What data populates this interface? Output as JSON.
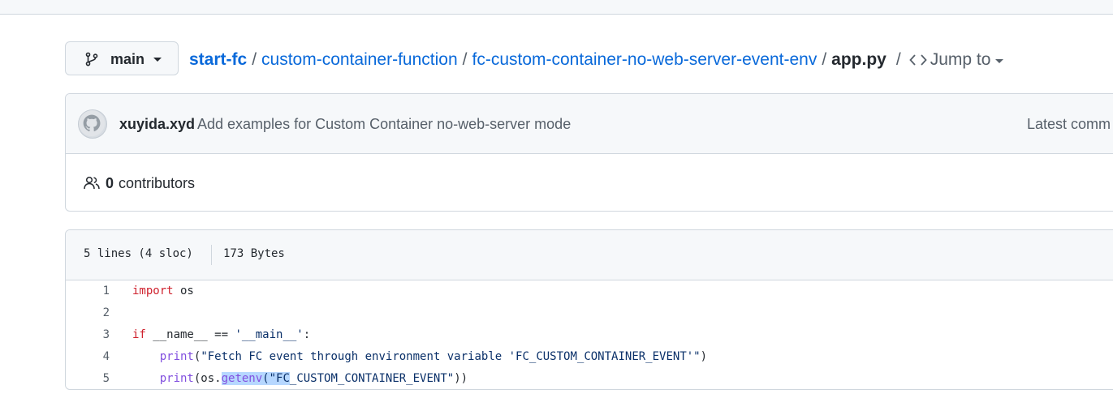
{
  "branch": {
    "name": "main",
    "icon": "git-branch-icon"
  },
  "breadcrumb": {
    "items": [
      "start-fc",
      "custom-container-function",
      "fc-custom-container-no-web-server-event-env"
    ],
    "separator": "/",
    "current": "app.py",
    "jump_to": "Jump to"
  },
  "commit": {
    "author": "xuyida.xyd",
    "message": "Add examples for Custom Container no-web-server mode",
    "latest": "Latest comm"
  },
  "contributors": {
    "count": "0",
    "label": "contributors"
  },
  "file": {
    "lines_info": "5 lines (4 sloc)",
    "size": "173 Bytes"
  },
  "code": {
    "line_numbers": [
      "1",
      "2",
      "3",
      "4",
      "5"
    ],
    "line1": {
      "kw": "import",
      "rest": " os"
    },
    "line3": {
      "kw": "if",
      "mid": " __name__ == ",
      "str": "'__main__'",
      "end": ":"
    },
    "line4": {
      "indent": "    ",
      "fn": "print",
      "open": "(",
      "str": "\"Fetch FC event through environment variable 'FC_CUSTOM_CONTAINER_EVENT'\"",
      "close": ")"
    },
    "line5": {
      "indent": "    ",
      "fn": "print",
      "open": "(os.",
      "sel_fn": "getenv",
      "sel_str": "(\"FC",
      "str": "_CUSTOM_CONTAINER_EVENT\"",
      "close": "))"
    }
  },
  "colors": {
    "link": "#0969da",
    "keyword": "#cf222e",
    "function": "#8250df",
    "string": "#0a3069",
    "selection": "#b6d7ff",
    "border": "#d0d7de",
    "header_bg": "#f6f8fa"
  }
}
